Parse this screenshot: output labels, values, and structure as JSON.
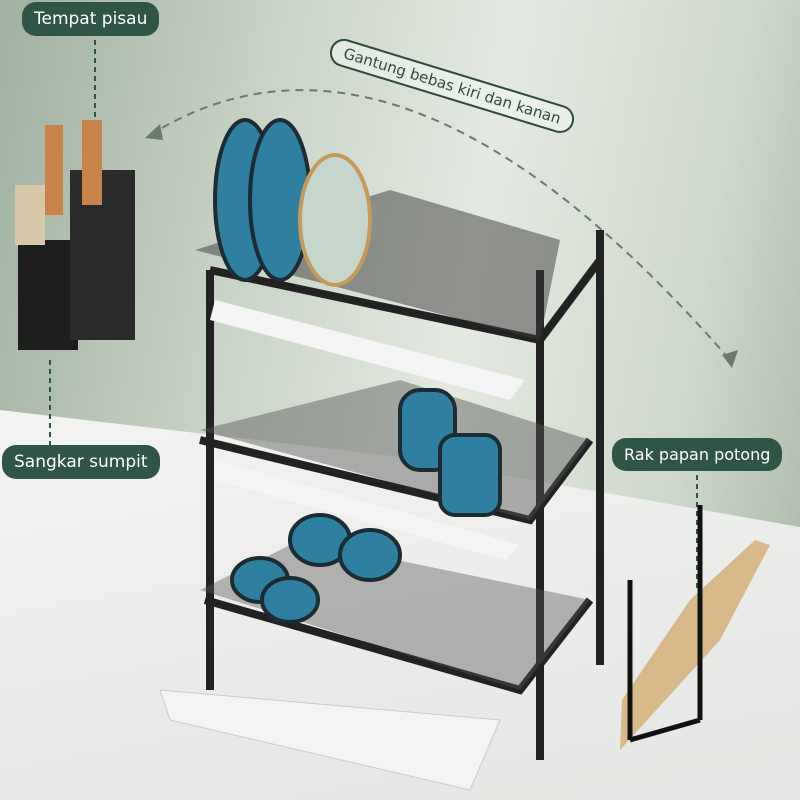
{
  "labels": {
    "knife_holder": "Tempat pisau",
    "hang_free": "Gantung bebas kiri dan kanan",
    "chopstick_cage": "Sangkar sumpit",
    "cutting_board_rack": "Rak papan potong"
  },
  "colors": {
    "label_bg": "#2f5546",
    "rack": "#222222",
    "dish": "#2f7fa0",
    "board": "#d9b88a"
  }
}
